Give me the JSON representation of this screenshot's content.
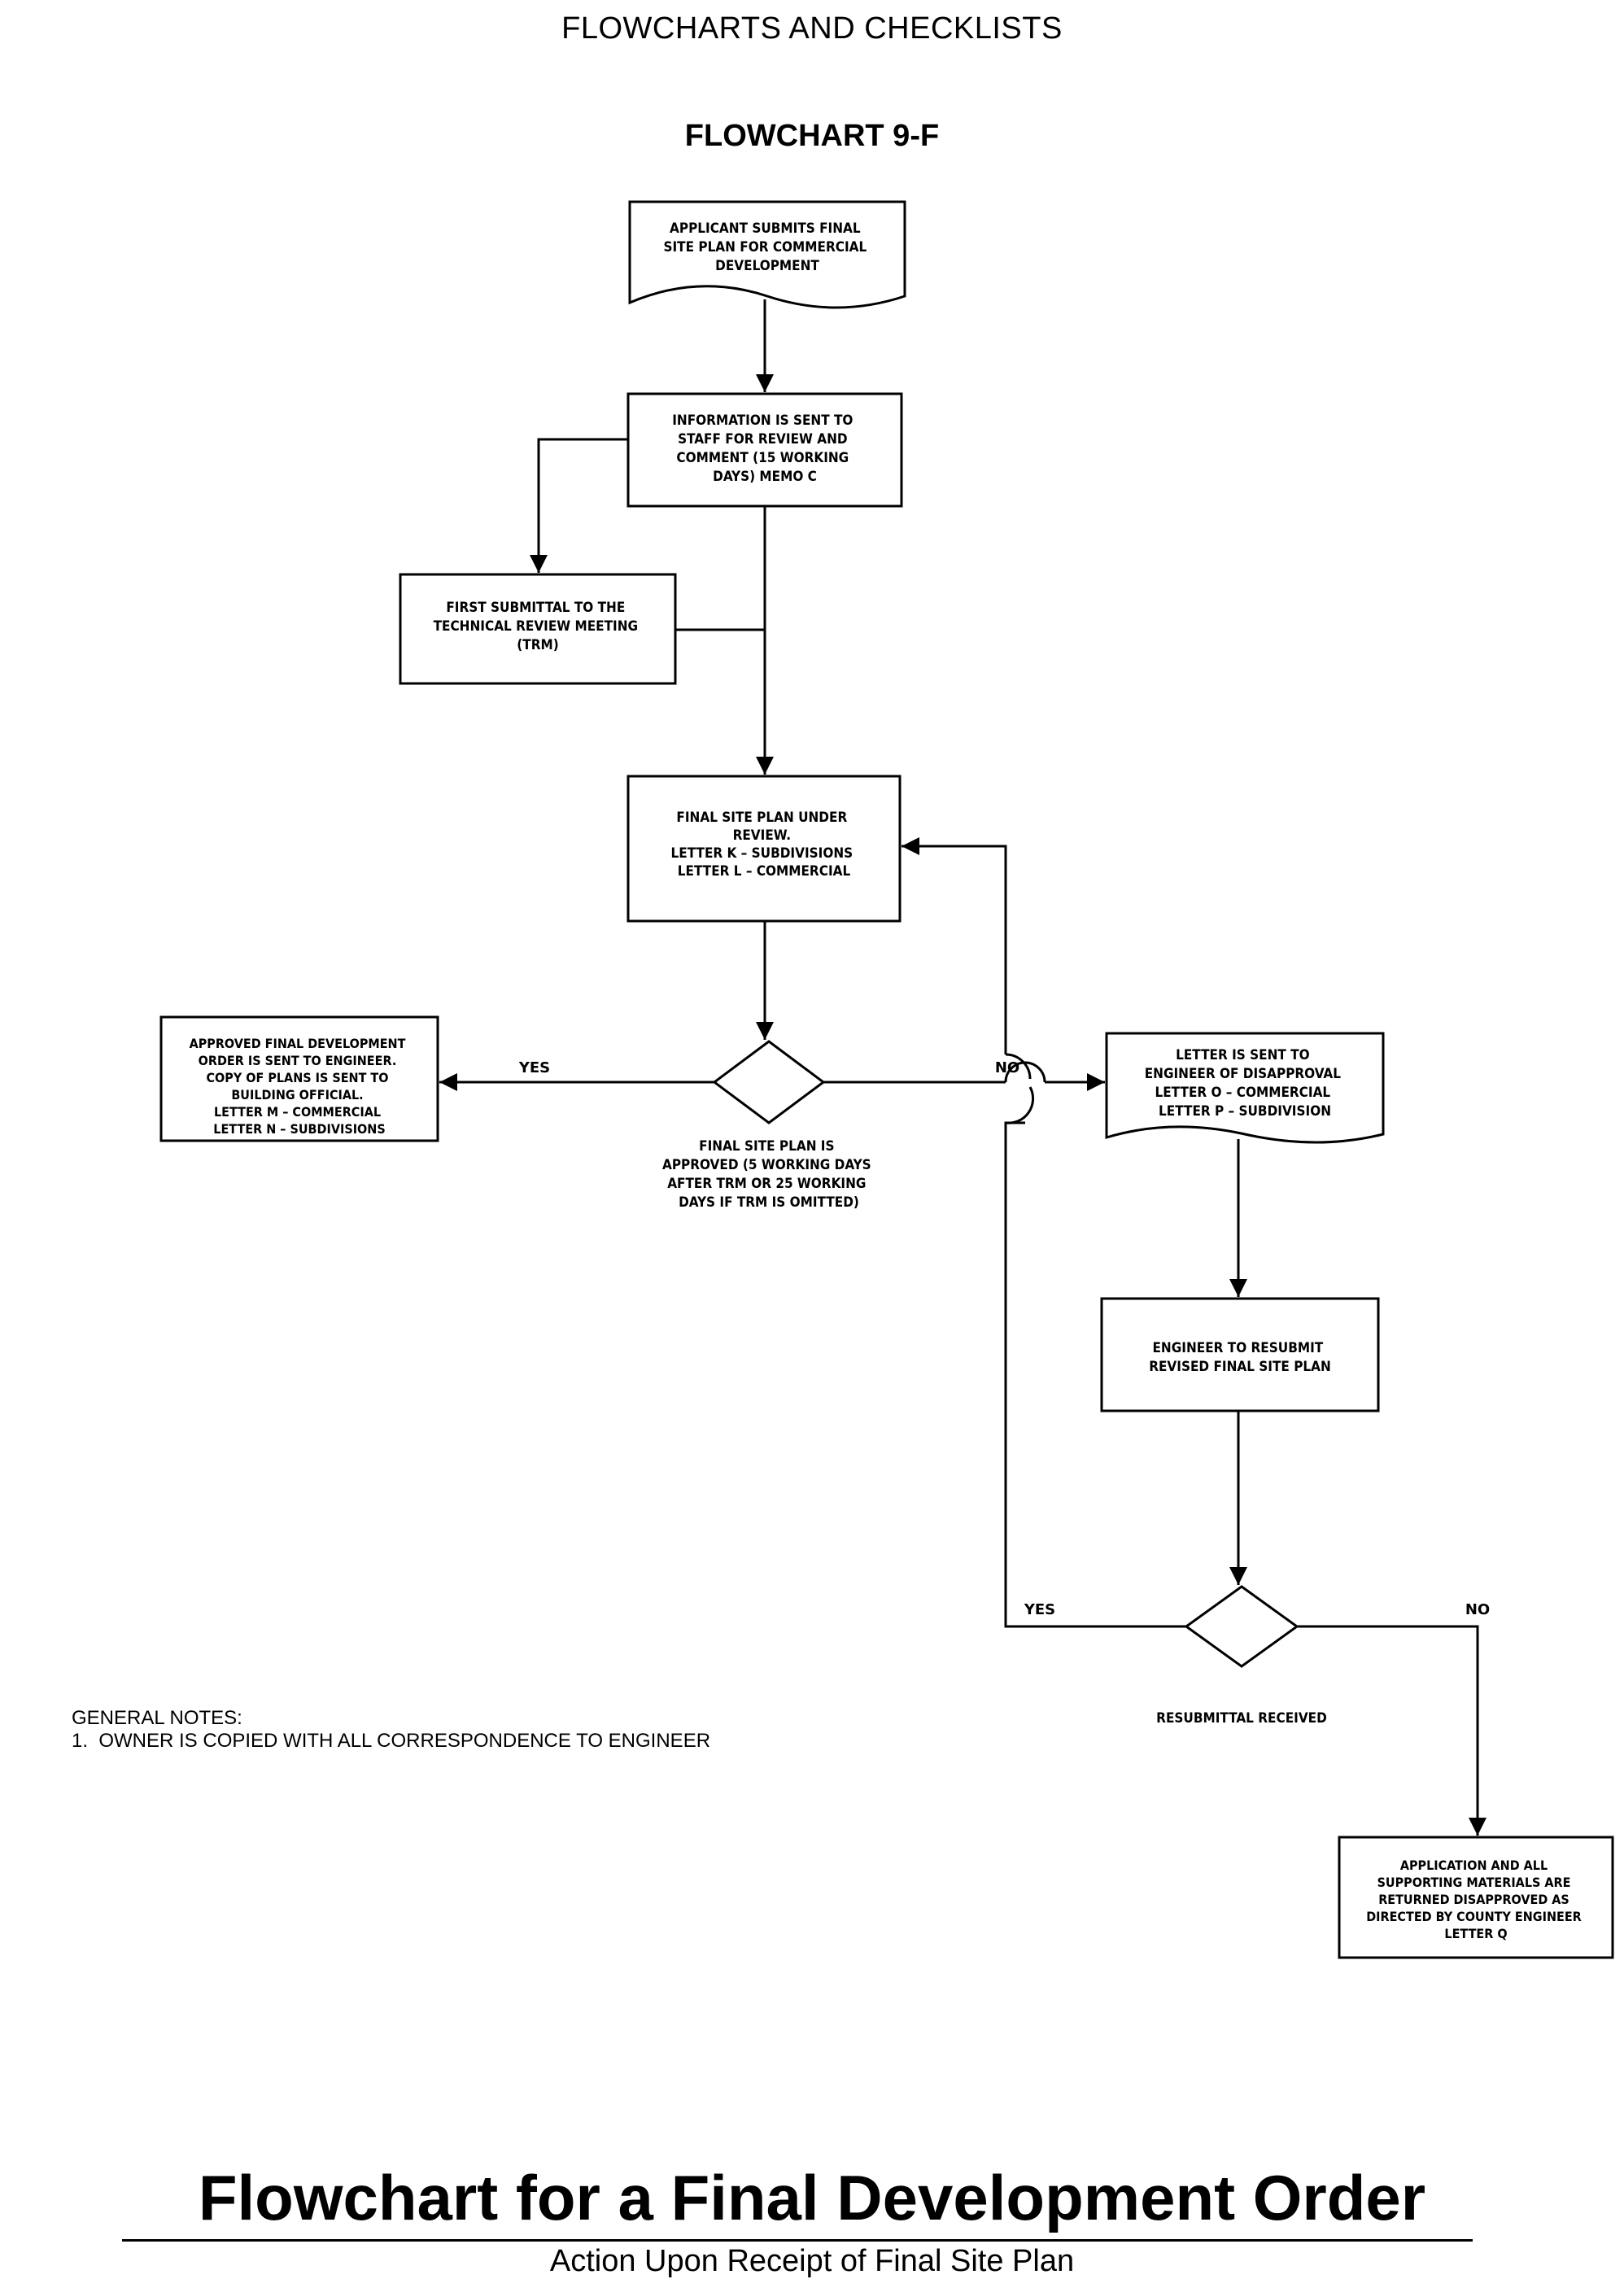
{
  "header": {
    "section_title": "FLOWCHARTS AND CHECKLISTS",
    "flowchart_label": "FLOWCHART 9-F"
  },
  "nodes": {
    "submit": {
      "lines": [
        "APPLICANT SUBMITS FINAL",
        "SITE PLAN FOR COMMERCIAL",
        "DEVELOPMENT"
      ]
    },
    "info": {
      "lines": [
        "INFORMATION IS SENT TO",
        "STAFF FOR REVIEW AND",
        "COMMENT (15 WORKING",
        "DAYS) MEMO C"
      ]
    },
    "first_submittal": {
      "lines": [
        "FIRST SUBMITTAL TO THE",
        "TECHNICAL REVIEW MEETING",
        "(TRM)"
      ]
    },
    "under_review": {
      "lines": [
        "FINAL SITE PLAN UNDER",
        "REVIEW.",
        "LETTER K – SUBDIVISIONS",
        "LETTER L – COMMERCIAL"
      ]
    },
    "approved_order": {
      "lines": [
        "APPROVED FINAL DEVELOPMENT",
        "ORDER IS SENT TO ENGINEER.",
        "COPY OF PLANS IS SENT TO",
        "BUILDING OFFICIAL.",
        "LETTER M – COMMERCIAL",
        "LETTER N – SUBDIVISIONS"
      ]
    },
    "decision_approved": {
      "lines": [
        "FINAL SITE PLAN IS",
        "APPROVED (5 WORKING DAYS",
        "AFTER TRM OR 25 WORKING",
        "DAYS IF TRM IS OMITTED)"
      ]
    },
    "disapproval_letter": {
      "lines": [
        "LETTER IS SENT TO",
        "ENGINEER OF DISAPPROVAL",
        "LETTER O – COMMERCIAL",
        "LETTER P – SUBDIVISION"
      ]
    },
    "resubmit": {
      "lines": [
        "ENGINEER TO RESUBMIT",
        "REVISED FINAL SITE PLAN"
      ]
    },
    "decision_resubmittal": {
      "lines": [
        "RESUBMITTAL RECEIVED"
      ]
    },
    "returned": {
      "lines": [
        "APPLICATION AND ALL",
        "SUPPORTING MATERIALS ARE",
        "RETURNED DISAPPROVED AS",
        "DIRECTED BY COUNTY ENGINEER",
        "LETTER Q"
      ]
    }
  },
  "edge_labels": {
    "approved_yes": "YES",
    "approved_no": "NO",
    "resubmittal_yes": "YES",
    "resubmittal_no": "NO"
  },
  "notes": {
    "heading": "GENERAL NOTES:",
    "item_1": "1.  OWNER IS COPIED WITH ALL CORRESPONDENCE TO ENGINEER"
  },
  "footer": {
    "title": "Flowchart for a Final Development Order",
    "subtitle": "Action Upon Receipt of Final Site Plan"
  }
}
